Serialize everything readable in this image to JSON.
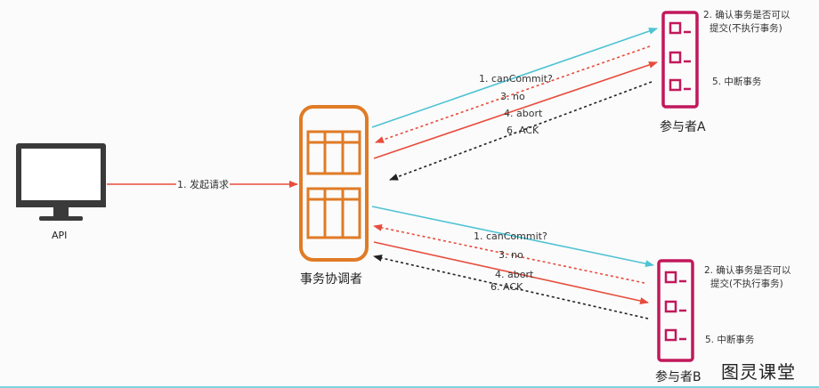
{
  "colors": {
    "teal": "#4fc3d3",
    "red": "#e74c3c",
    "dashed_red": "#e74c3c",
    "dashed_black": "#222222",
    "coordinator": "#e07b26",
    "participant": "#c2185b",
    "monitor": "#3a3a3a"
  },
  "nodes": {
    "api_label": "API",
    "coordinator_label": "事务协调者",
    "participant_a_label": "参与者A",
    "participant_b_label": "参与者B"
  },
  "edges": {
    "request": "1. 发起请求",
    "a_can_commit": "1. canCommit?",
    "a_no": "3. no",
    "a_abort": "4. abort",
    "a_ack": "6. ACK",
    "b_can_commit": "1. canCommit?",
    "b_no": "3. no",
    "b_abort": "4. abort",
    "b_ack": "6. ACK"
  },
  "notes": {
    "a_confirm_1": "2. 确认事务是否可以",
    "a_confirm_2": "提交(不执行事务)",
    "a_interrupt": "5. 中断事务",
    "b_confirm_1": "2. 确认事务是否可以",
    "b_confirm_2": "提交(不执行事务)",
    "b_interrupt": "5. 中断事务"
  },
  "watermark": "图灵课堂"
}
